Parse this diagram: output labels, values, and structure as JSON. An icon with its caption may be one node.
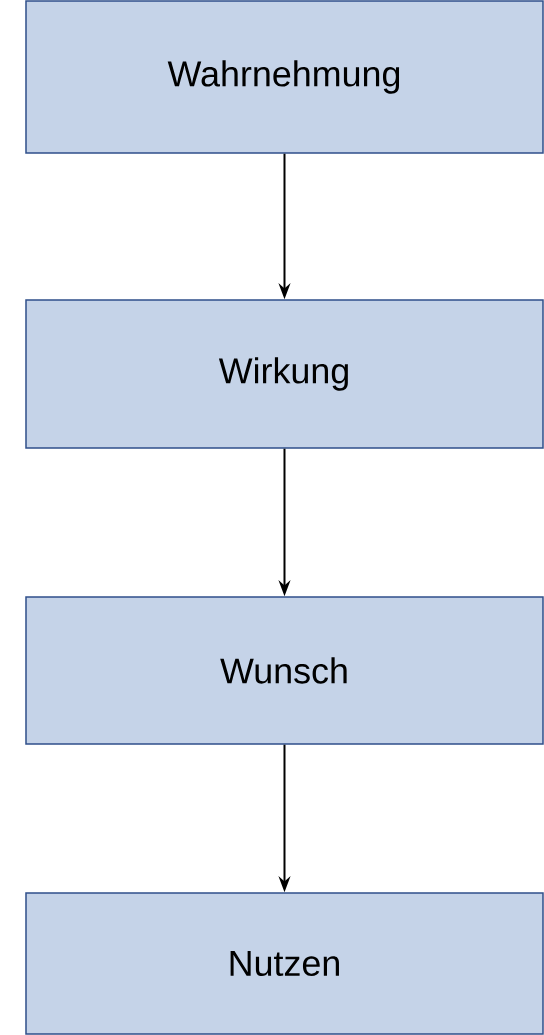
{
  "diagram": {
    "nodes": [
      {
        "text": [
          "Wahrnehmung"
        ]
      },
      {
        "text": [
          "Wirkung"
        ]
      },
      {
        "text": [
          "Wunsch"
        ]
      },
      {
        "text": [
          "Nutzen"
        ]
      }
    ],
    "edges": [
      {
        "from": 0,
        "to": 1,
        "arrow": "to"
      },
      {
        "from": 1,
        "to": 2,
        "arrow": "to"
      },
      {
        "from": 2,
        "to": 3,
        "arrow": "to"
      }
    ]
  }
}
